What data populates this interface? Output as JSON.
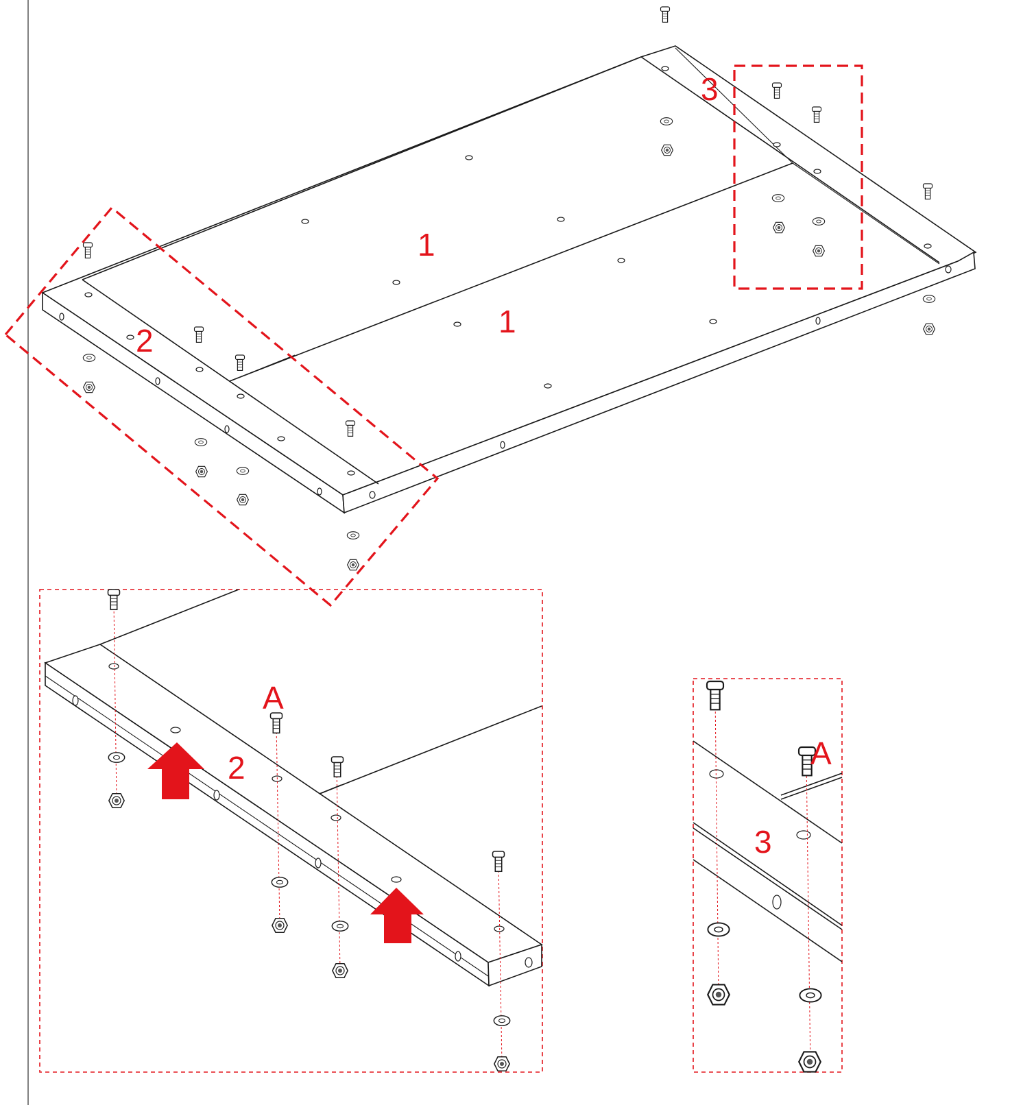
{
  "colors": {
    "line": "#1a1a1a",
    "accent": "#e3141b",
    "background": "#ffffff"
  },
  "labels": {
    "panel_1_top": "1",
    "panel_1_bottom": "1",
    "rail_2": "2",
    "rail_3": "3",
    "detail_2_label": "2",
    "detail_2_hardware": "A",
    "detail_3_label": "3",
    "detail_3_hardware": "A"
  },
  "icons": {
    "bolt": "bolt-icon",
    "washer": "washer-icon",
    "nut": "nut-icon",
    "arrow": "arrow-up-icon"
  }
}
